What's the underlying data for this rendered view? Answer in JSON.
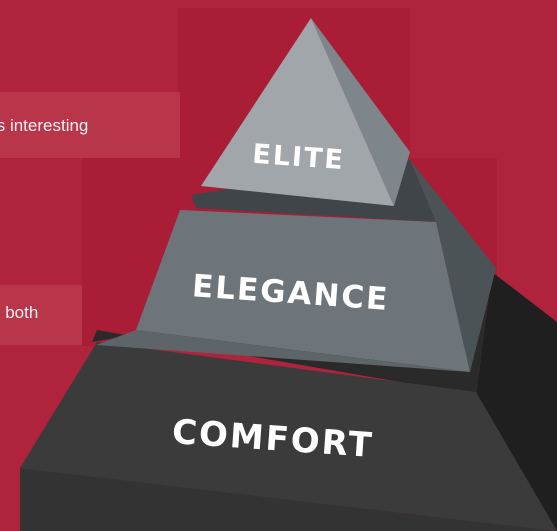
{
  "side_text": {
    "line1": "ts interesting",
    "line2": "s both"
  },
  "tiers": {
    "top": "ELITE",
    "middle": "ELEGANCE",
    "bottom": "COMFORT"
  },
  "colors": {
    "background": "#b0233c",
    "top_tier": "#9ba0a6",
    "middle_tier": "#6c7479",
    "bottom_tier": "#3a3a3b"
  }
}
